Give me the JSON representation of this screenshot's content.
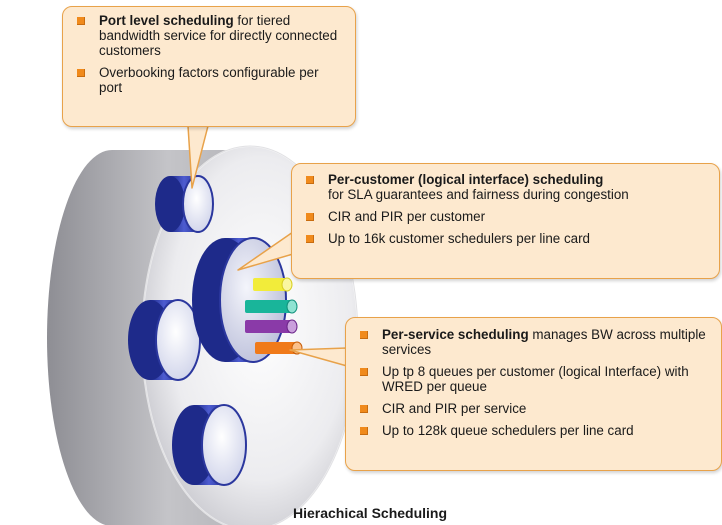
{
  "callouts": {
    "port": {
      "item1_bold": "Port level scheduling",
      "item1_rest": " for tiered bandwidth service for directly connected customers",
      "item2": "Overbooking factors configurable per port"
    },
    "customer": {
      "item1_bold": "Per-customer (logical interface) scheduling",
      "item1_rest": "for SLA guarantees and fairness during congestion",
      "item2": "CIR and PIR per customer",
      "item3": "Up to 16k customer schedulers per line card"
    },
    "service": {
      "item1_bold": "Per-service scheduling",
      "item1_rest": " manages BW across multiple services",
      "item2": "Up tp 8 queues per customer (logical Interface) with WRED per queue",
      "item3": "CIR and PIR per service",
      "item4": "Up to 128k queue schedulers per line card"
    }
  },
  "caption": "Hierachical Scheduling",
  "colors": {
    "callout_fill": "#fde9cf",
    "callout_border": "#e8a24a",
    "bullet": "#f08a1c",
    "port_blue": "#3c4ab8",
    "disk_gray": "#c8c8cc",
    "service_yellow": "#f2ec3a",
    "service_teal": "#19b59a",
    "service_purple": "#8a3aa8",
    "service_orange": "#f07a1a"
  }
}
